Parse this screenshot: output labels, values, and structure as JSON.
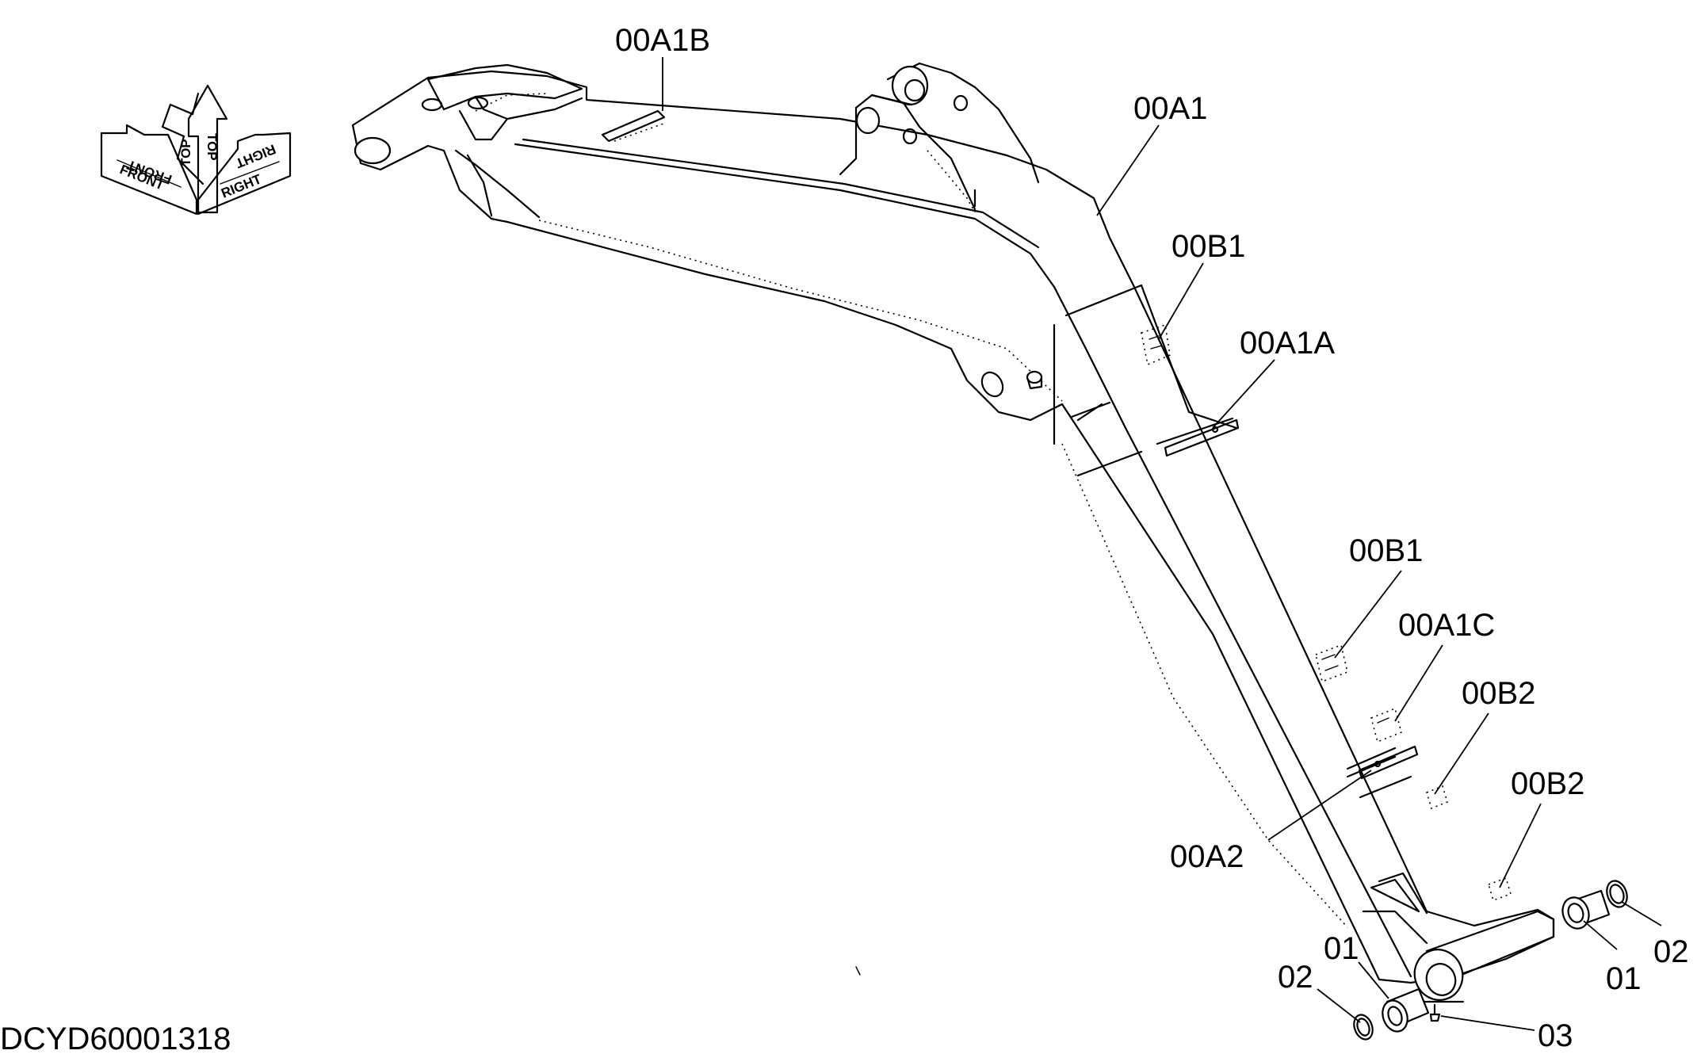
{
  "callouts": {
    "a1b": "00A1B",
    "a1": "00A1",
    "b1_top": "00B1",
    "a1a": "00A1A",
    "b1_mid": "00B1",
    "a1c": "00A1C",
    "b2_upper": "00B2",
    "b2_lower": "00B2",
    "a2": "00A2",
    "p01_left": "01",
    "p02_left": "02",
    "p01_right": "01",
    "p02_right": "02",
    "p03": "03"
  },
  "orientation": {
    "front": "FRONT",
    "top": "TOP",
    "right": "RIGHT"
  },
  "document_id": "DCYD60001318"
}
